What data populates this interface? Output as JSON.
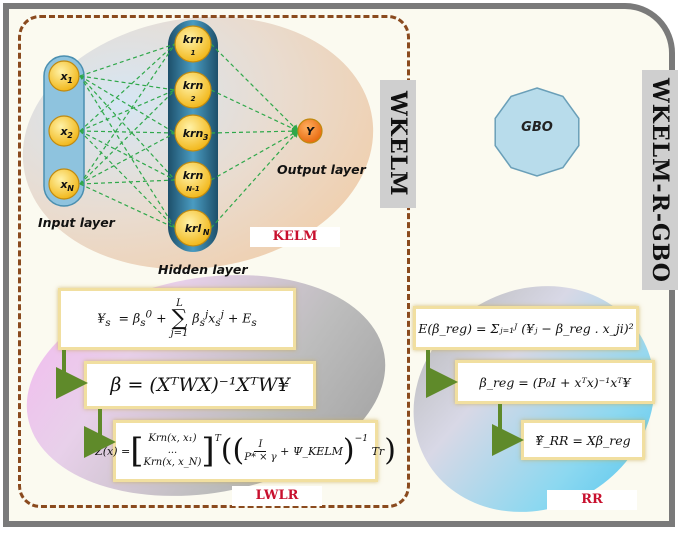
{
  "labels": {
    "wkelm": "WKELM",
    "wkelm_r_gbo": "WKELM-R-GBO",
    "gbo": "GBO",
    "kelm": "KELM",
    "lwlr": "LWLR",
    "rr": "RR",
    "input_layer": "Input layer",
    "hidden_layer": "Hidden layer",
    "output_layer": "Output layer"
  },
  "network": {
    "inputs": [
      "x",
      "x",
      "x"
    ],
    "input_subs": [
      "1",
      "2",
      "N"
    ],
    "hidden": [
      "krn",
      "krn",
      "krn",
      "krn",
      "krl"
    ],
    "hidden_subs": [
      "1",
      "2",
      "3",
      "N-1",
      "N"
    ],
    "output": "Y"
  },
  "equations": {
    "ys_lhs": "¥",
    "ys_sub": "s",
    "beta_main": "β = (XᵀWX)⁻¹XᵀW¥",
    "zx_lhs": "Z(x) =",
    "zx_row1": "Krn(x, x₁)",
    "zx_row2": "...",
    "zx_row3": "Krn(x, x_N)",
    "zx_num": "I",
    "zx_den": "P* × γ",
    "zx_psi": "+ Ψ_KELM",
    "zx_tail": "Tr",
    "e_beta": "E(β_reg) = Σⱼ₌₁ᴶ (¥ⱼ − β_reg . x_ji)²",
    "beta_reg": "β_reg = (P₀I + xᵀx)⁻¹xᵀ¥",
    "y_rr": "¥̂_RR = Xβ_reg"
  },
  "colors": {
    "node_fill": "#f7c634",
    "node_stroke": "#c08a10",
    "hidden_column": "#2f6f8e",
    "output_fill": "#f07a1a",
    "edge": "#2fa84a",
    "arrow": "#5f8a2a",
    "tag_text": "#c8102e",
    "gbo_fill": "#b8dceb"
  }
}
